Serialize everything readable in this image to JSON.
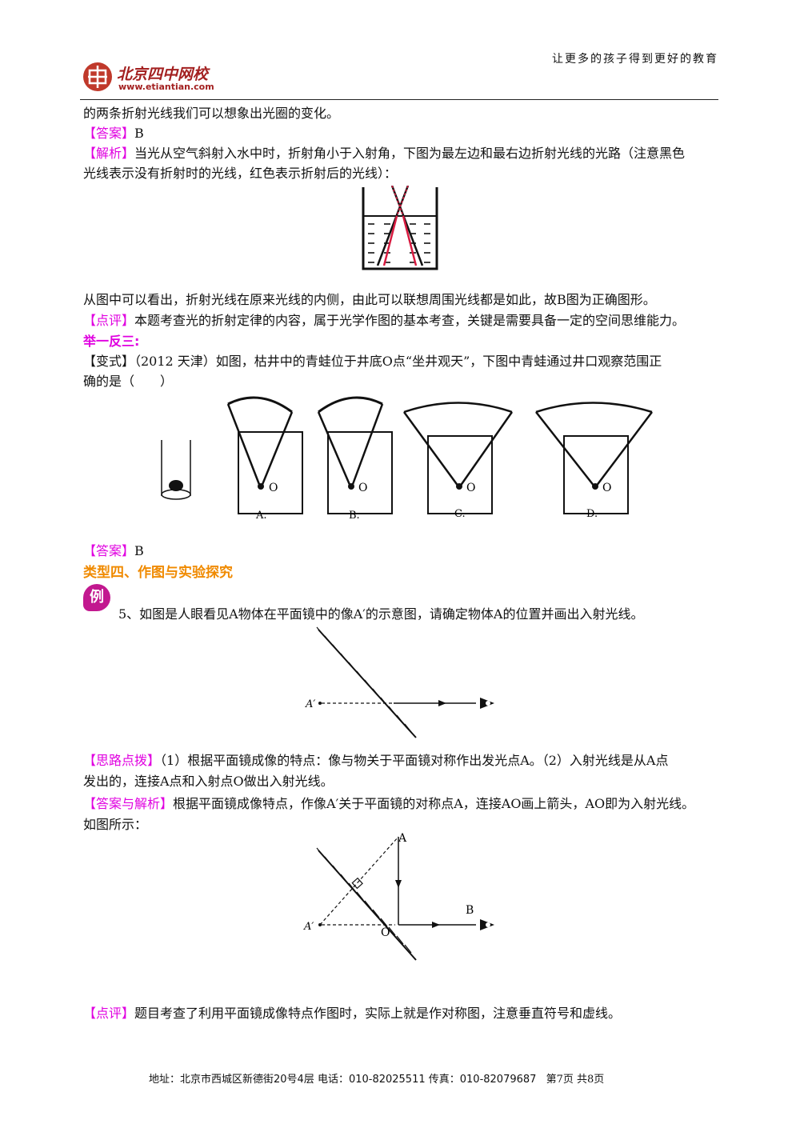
{
  "header": {
    "logo_name": "北京四中网校",
    "logo_url": "www.etiantian.com",
    "slogan": "让更多的孩子得到更好的教育"
  },
  "content": {
    "line1": "的两条折射光线我们可以想象出光圈的变化。",
    "answer_tag": "【答案】",
    "answer1": "B",
    "analysis_tag": "【解析】",
    "analysis_text": "当光从空气斜射入水中时，折射角小于入射角，下图为最左边和最右边折射光线的光路（注意黑色",
    "analysis_text2": "光线表示没有折射时的光线，红色表示折射后的光线）：",
    "conclusion": "从图中可以看出，折射光线在原来光线的内侧，由此可以联想周围光线都是如此，故B图为正确图形。",
    "comment_tag": "【点评】",
    "comment1": "本题考查光的折射定律的内容，属于光学作图的基本考查，关键是需要具备一定的空间思维能力。",
    "extend_title": "举一反三:",
    "variant_line1": "【变式】（2012 天津）如图，枯井中的青蛙位于井底O点“坐井观天”，下图中青蛙通过井口观察范围正",
    "variant_line2": "确的是（　　）",
    "options": [
      "A.",
      "B.",
      "C.",
      "D."
    ],
    "frog_point": "O",
    "answer2": "B",
    "section_title": "类型四、作图与实验探究",
    "example_badge": "例",
    "q5": "5、如图是人眼看见A物体在平面镜中的像A′的示意图，请确定物体A的位置并画出入射光线。",
    "image_label": "A′",
    "thinking_tag": "【思路点拨】",
    "thinking1": "（1）根据平面镜成像的特点：像与物关于平面镜对称作出发光点A。（2）入射光线是从A点",
    "thinking2": "发出的，连接A点和入射点O做出入射光线。",
    "answer_analysis_tag": "【答案与解析】",
    "answer_analysis": "根据平面镜成像特点，作像A′关于平面镜的对称点A，连接AO画上箭头，AO即为入射光线。",
    "as_shown": "如图所示：",
    "fig_A": "A",
    "fig_B": "B",
    "fig_O": "O",
    "comment2": "题目考查了利用平面镜成像特点作图时，实际上就是作对称图，注意垂直符号和虚线。"
  },
  "footer": {
    "text": "地址：北京市西城区新德街20号4层 电话：010-82025511 传真：010-82079687",
    "page": "第7页 共8页"
  }
}
